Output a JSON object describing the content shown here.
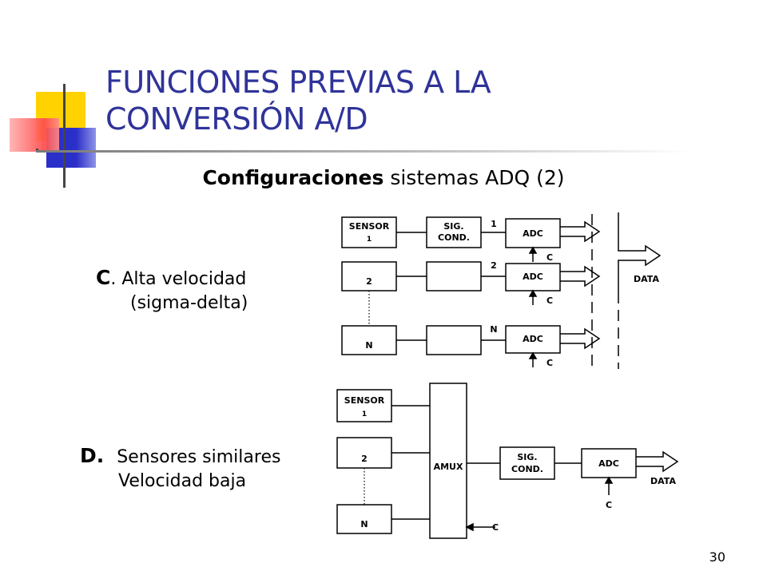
{
  "slide": {
    "title_line1": "FUNCIONES PREVIAS A LA",
    "title_line2": "CONVERSIÓN A/D",
    "subtitle_bold": "Configuraciones",
    "subtitle_rest": " sistemas ADQ (2)",
    "page_number": "30",
    "accent_colors": {
      "title": "#2f3399",
      "yellow": "#ffd200",
      "blue": "#2b2fc9",
      "red": "#ff4a4a"
    }
  },
  "config_c": {
    "letter": "C",
    "line1": ". Alta velocidad",
    "line2": "(sigma-delta)",
    "diagram": {
      "sensor_line1": "SENSOR",
      "sensor_line2": "1",
      "sensor2": "2",
      "sensorN": "N",
      "sig_line1": "SIG.",
      "sig_line2": "COND.",
      "adc": "ADC",
      "ch1": "1",
      "ch2": "2",
      "chN": "N",
      "clock": "C",
      "data": "DATA"
    }
  },
  "config_d": {
    "letter": "D.",
    "line1": "Sensores similares",
    "line2": "Velocidad baja",
    "diagram": {
      "sensor_line1": "SENSOR",
      "sensor_line2": "1",
      "sensor2": "2",
      "sensorN": "N",
      "amux": "AMUX",
      "sig_line1": "SIG.",
      "sig_line2": "COND.",
      "adc": "ADC",
      "clock": "C",
      "data": "DATA"
    }
  }
}
